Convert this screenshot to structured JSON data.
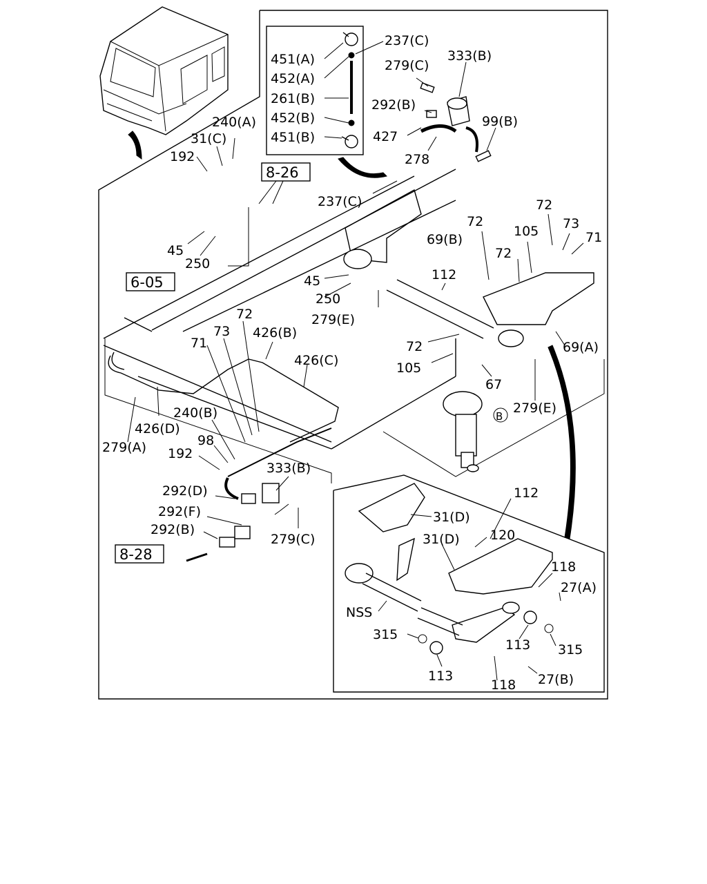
{
  "callouts": [
    {
      "id": "c-451a",
      "text": "451(A)"
    },
    {
      "id": "c-452a",
      "text": "452(A)"
    },
    {
      "id": "c-261b",
      "text": "261(B)"
    },
    {
      "id": "c-452b",
      "text": "452(B)"
    },
    {
      "id": "c-451b",
      "text": "451(B)"
    },
    {
      "id": "c-237c-top",
      "text": "237(C)"
    },
    {
      "id": "c-279c-top",
      "text": "279(C)"
    },
    {
      "id": "c-333b-top",
      "text": "333(B)"
    },
    {
      "id": "c-292b-top",
      "text": "292(B)"
    },
    {
      "id": "c-427",
      "text": "427"
    },
    {
      "id": "c-278",
      "text": "278"
    },
    {
      "id": "c-99b",
      "text": "99(B)"
    },
    {
      "id": "c-240a",
      "text": "240(A)"
    },
    {
      "id": "c-31c",
      "text": "31(C)"
    },
    {
      "id": "c-192-top",
      "text": "192"
    },
    {
      "id": "c-237c-mid",
      "text": "237(C)"
    },
    {
      "id": "c-45-left",
      "text": "45"
    },
    {
      "id": "c-250-left",
      "text": "250"
    },
    {
      "id": "c-72-a",
      "text": "72"
    },
    {
      "id": "c-72-b",
      "text": "72"
    },
    {
      "id": "c-72-c",
      "text": "72"
    },
    {
      "id": "c-105-top",
      "text": "105"
    },
    {
      "id": "c-73-right",
      "text": "73"
    },
    {
      "id": "c-71-right",
      "text": "71"
    },
    {
      "id": "c-69b",
      "text": "69(B)"
    },
    {
      "id": "c-112-mid",
      "text": "112"
    },
    {
      "id": "c-45-mid",
      "text": "45"
    },
    {
      "id": "c-250-mid",
      "text": "250"
    },
    {
      "id": "c-279e-mid",
      "text": "279(E)"
    },
    {
      "id": "c-72-d",
      "text": "72"
    },
    {
      "id": "c-73-left",
      "text": "73"
    },
    {
      "id": "c-426b",
      "text": "426(B)"
    },
    {
      "id": "c-71-left",
      "text": "71"
    },
    {
      "id": "c-426c",
      "text": "426(C)"
    },
    {
      "id": "c-72-e",
      "text": "72"
    },
    {
      "id": "c-105-mid",
      "text": "105"
    },
    {
      "id": "c-69a",
      "text": "69(A)"
    },
    {
      "id": "c-67",
      "text": "67"
    },
    {
      "id": "c-279e-right",
      "text": "279(E)"
    },
    {
      "id": "c-426d",
      "text": "426(D)"
    },
    {
      "id": "c-240b",
      "text": "240(B)"
    },
    {
      "id": "c-279a",
      "text": "279(A)"
    },
    {
      "id": "c-98",
      "text": "98"
    },
    {
      "id": "c-192-bot",
      "text": "192"
    },
    {
      "id": "c-333b-bot",
      "text": "333(B)"
    },
    {
      "id": "c-292d",
      "text": "292(D)"
    },
    {
      "id": "c-292f",
      "text": "292(F)"
    },
    {
      "id": "c-292b-bot",
      "text": "292(B)"
    },
    {
      "id": "c-279c-bot",
      "text": "279(C)"
    },
    {
      "id": "c-112-detail",
      "text": "112"
    },
    {
      "id": "c-31d-a",
      "text": "31(D)"
    },
    {
      "id": "c-31d-b",
      "text": "31(D)"
    },
    {
      "id": "c-120",
      "text": "120"
    },
    {
      "id": "c-118-a",
      "text": "118"
    },
    {
      "id": "c-27a",
      "text": "27(A)"
    },
    {
      "id": "c-nss",
      "text": "NSS"
    },
    {
      "id": "c-315-a",
      "text": "315"
    },
    {
      "id": "c-113-a",
      "text": "113"
    },
    {
      "id": "c-315-b",
      "text": "315"
    },
    {
      "id": "c-113-b",
      "text": "113"
    },
    {
      "id": "c-118-b",
      "text": "118"
    },
    {
      "id": "c-27b",
      "text": "27(B)"
    }
  ],
  "references": [
    {
      "id": "ref-8-26",
      "text": "8-26"
    },
    {
      "id": "ref-6-05",
      "text": "6-05"
    },
    {
      "id": "ref-8-28",
      "text": "8-28"
    }
  ],
  "marker": {
    "text": "B"
  }
}
